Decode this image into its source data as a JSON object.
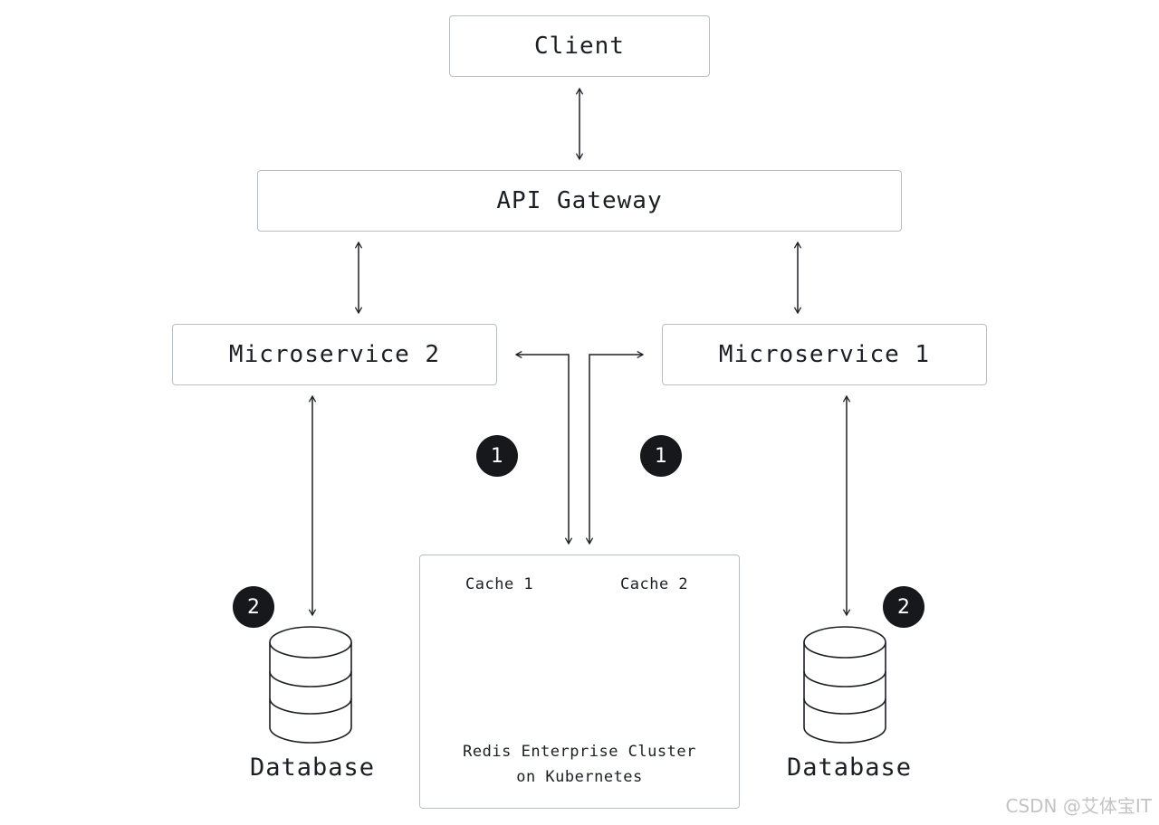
{
  "nodes": {
    "client": "Client",
    "api_gateway": "API Gateway",
    "microservice_2": "Microservice 2",
    "microservice_1": "Microservice 1",
    "database_left": "Database",
    "database_right": "Database"
  },
  "cluster": {
    "cache_1": "Cache 1",
    "cache_2": "Cache 2",
    "line_1": "Redis Enterprise Cluster",
    "line_2": "on Kubernetes"
  },
  "badges": {
    "step_1": "1",
    "step_2": "2"
  },
  "icons": {
    "cache_logo": "redis-stack-icon",
    "chip": "cpu-chip-icon",
    "database": "database-cylinder-icon"
  },
  "colors": {
    "redis_red": "#d9372b",
    "redis_dark": "#8c1d15",
    "badge_bg": "#16181c",
    "box_border": "#b9bec4",
    "text": "#1b1f24",
    "chip_red": "#e05a4e"
  },
  "watermark": "CSDN @艾体宝IT"
}
